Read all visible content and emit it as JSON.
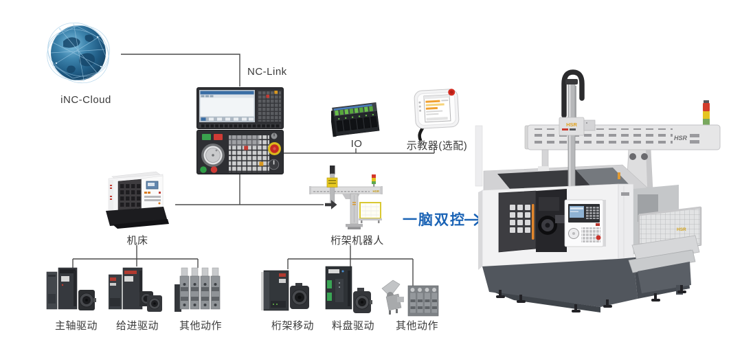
{
  "colors": {
    "background": "#ffffff",
    "connector_line": "#4a4a4a",
    "label_text": "#3a3a3a",
    "accent_blue": "#1a63b5",
    "brand_orange": "#e0a21f",
    "globe_blue": "#2a6b96",
    "io_green": "#6abf4b",
    "estop_red": "#c52a22",
    "handle_orange": "#e2862c"
  },
  "nodes": {
    "cloud": {
      "label": "iNC-Cloud",
      "icon": "globe-network-icon"
    },
    "nc_link": {
      "label": "NC-Link",
      "icon": "cnc-controller-icon"
    },
    "io": {
      "label": "IO",
      "icon": "io-module-icon"
    },
    "pendant": {
      "label": "示教器(选配)",
      "icon": "teach-pendant-icon"
    },
    "machine_tool": {
      "label": "机床",
      "icon": "machine-tool-icon"
    },
    "gantry_robot": {
      "label": "桁架机器人",
      "icon": "gantry-robot-icon"
    }
  },
  "drives": {
    "machine": [
      {
        "label": "主轴驱动"
      },
      {
        "label": "给进驱动"
      },
      {
        "label": "其他动作"
      }
    ],
    "gantry": [
      {
        "label": "桁架移动"
      },
      {
        "label": "料盘驱动"
      },
      {
        "label": "其他动作"
      }
    ]
  },
  "banner": {
    "label": "一脑双控"
  },
  "brand": {
    "name": "HSR"
  }
}
